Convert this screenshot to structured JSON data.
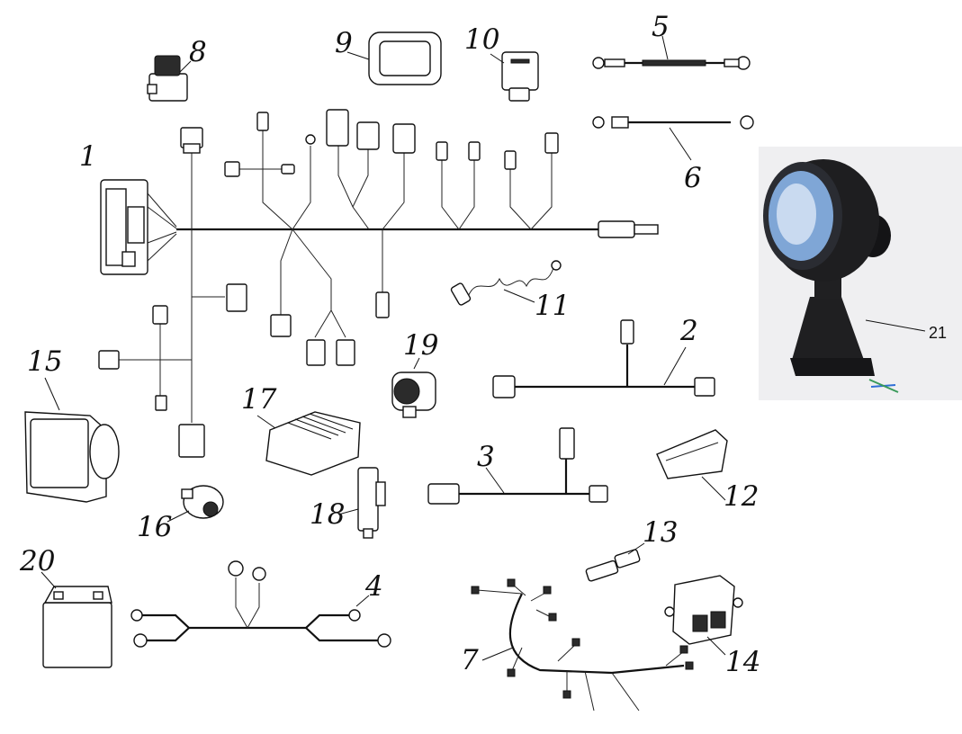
{
  "diagram": {
    "callouts": [
      {
        "id": "1",
        "label": "1"
      },
      {
        "id": "2",
        "label": "2"
      },
      {
        "id": "3",
        "label": "3"
      },
      {
        "id": "4",
        "label": "4"
      },
      {
        "id": "5",
        "label": "5"
      },
      {
        "id": "6",
        "label": "6"
      },
      {
        "id": "7",
        "label": "7"
      },
      {
        "id": "8",
        "label": "8"
      },
      {
        "id": "9",
        "label": "9"
      },
      {
        "id": "10",
        "label": "10"
      },
      {
        "id": "11",
        "label": "11"
      },
      {
        "id": "12",
        "label": "12"
      },
      {
        "id": "13",
        "label": "13"
      },
      {
        "id": "14",
        "label": "14"
      },
      {
        "id": "15",
        "label": "15"
      },
      {
        "id": "16",
        "label": "16"
      },
      {
        "id": "17",
        "label": "17"
      },
      {
        "id": "18",
        "label": "18"
      },
      {
        "id": "19",
        "label": "19"
      },
      {
        "id": "20",
        "label": "20"
      },
      {
        "id": "21",
        "label": "21"
      }
    ],
    "colors": {
      "line": "#111111",
      "photo_background": "#efeff1",
      "lamp_body": "#1e1e20",
      "lens_blue": "#7fa6d6",
      "wire_blue": "#2f6fd6",
      "wire_green": "#3a9a5a"
    }
  }
}
